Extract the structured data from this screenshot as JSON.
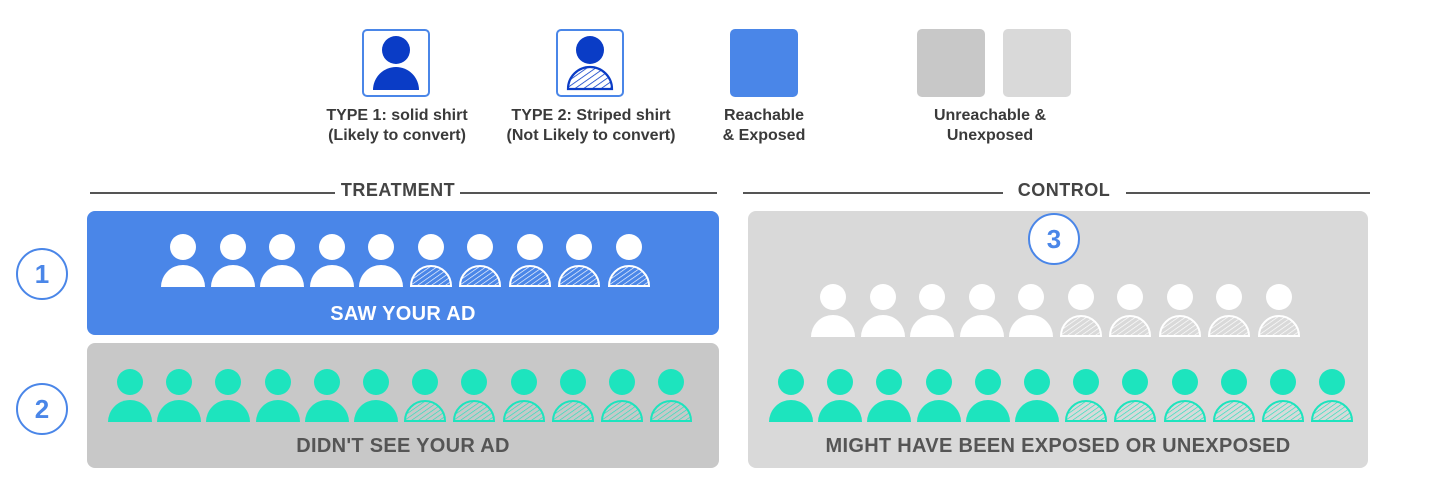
{
  "legend": {
    "type1": {
      "line1": "TYPE 1: solid shirt",
      "line2": "(Likely to convert)"
    },
    "type2": {
      "line1": "TYPE 2: Striped shirt",
      "line2": "(Not Likely to convert)"
    },
    "reachable": {
      "line1": "Reachable",
      "line2": "& Exposed"
    },
    "unreachable": {
      "line1": "Unreachable &",
      "line2": "Unexposed"
    }
  },
  "sections": {
    "treatment": "TREATMENT",
    "control": "CONTROL"
  },
  "groups": {
    "saw_ad": {
      "badge": "1",
      "caption": "SAW YOUR AD",
      "solid_count": 5,
      "striped_count": 5
    },
    "didnt_see_ad": {
      "badge": "2",
      "caption": "DIDN'T SEE YOUR AD",
      "solid_count": 6,
      "striped_count": 6
    },
    "control_exposed": {
      "solid_count": 5,
      "striped_count": 5
    },
    "control_unexposed": {
      "solid_count": 6,
      "striped_count": 6
    },
    "control": {
      "badge": "3",
      "caption": "MIGHT HAVE BEEN EXPOSED OR UNEXPOSED"
    }
  },
  "colors": {
    "brand_blue": "#4a86e8",
    "type_icon_blue": "#0a3cc6",
    "teal": "#1de4be",
    "gray_dark": "#c8c8c8",
    "gray_light": "#d9d9d9",
    "white": "#ffffff",
    "text_dark": "#3a3a3a"
  }
}
